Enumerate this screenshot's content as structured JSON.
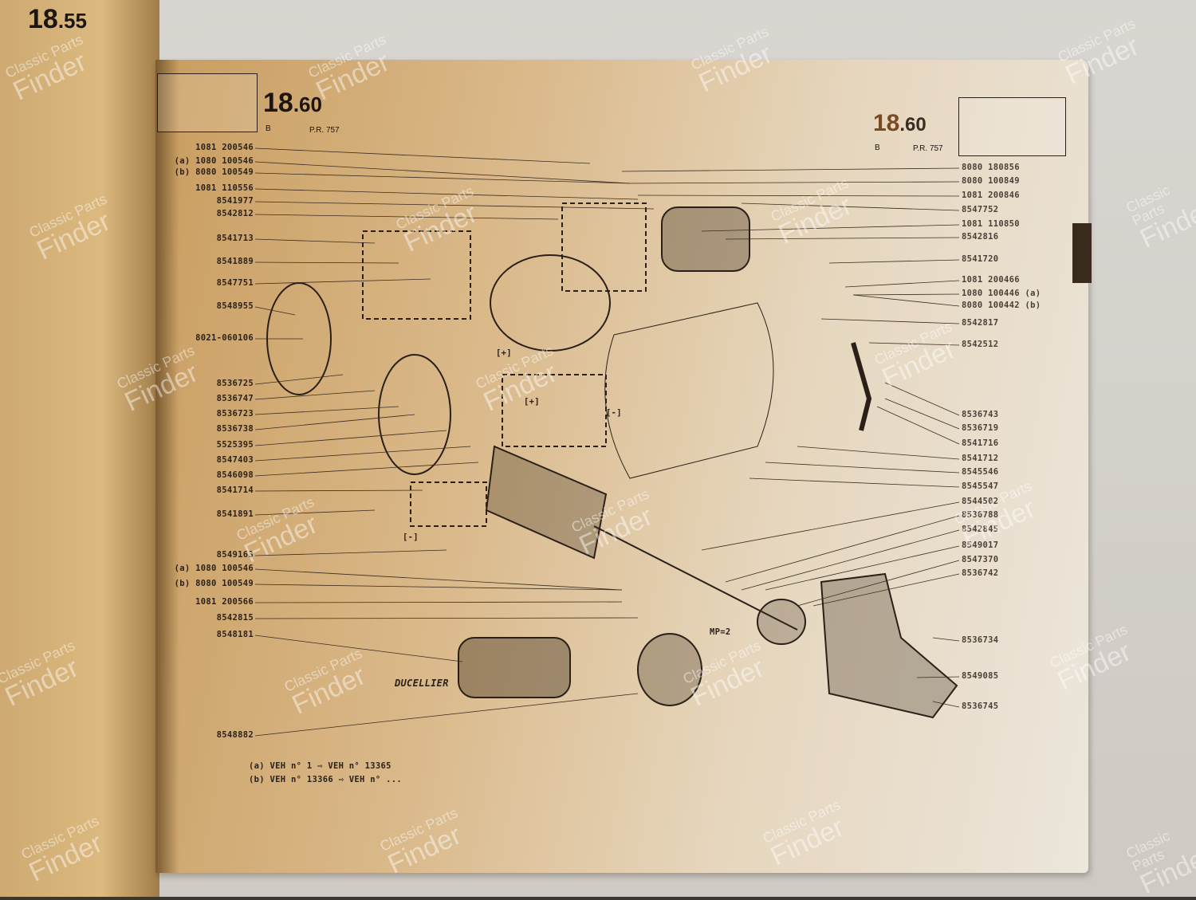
{
  "left_page": {
    "section": "18",
    "subsection": ".55"
  },
  "header_left": {
    "section": "18",
    "subsection": ".60",
    "variant": "B",
    "ref": "P.R. 757"
  },
  "header_right": {
    "section": "18",
    "subsection": ".60",
    "variant": "B",
    "ref": "P.R. 757"
  },
  "brand": "DUCELLIER",
  "markers": {
    "plus": "[+]",
    "minus": "[-]",
    "mp": "MP=2"
  },
  "left_labels": [
    "1081 200546",
    "(a) 1080 100546",
    "(b) 8080 100549",
    "1081 110556",
    "8541977",
    "8542812",
    "8541713",
    "8541889",
    "8547751",
    "8548955",
    "8021-060106",
    "8536725",
    "8536747",
    "8536723",
    "8536738",
    "5525395",
    "8547403",
    "8546098",
    "8541714",
    "8541891",
    "8549163",
    "(a) 1080 100546",
    "(b) 8080 100549",
    "1081 200566",
    "8542815",
    "8548181",
    "8548882"
  ],
  "right_labels": [
    "8080 180856",
    "8080 100849",
    "1081 200846",
    "8547752",
    "1081 110850",
    "8542816",
    "8541720",
    "1081 200466",
    "1080 100446 (a)",
    "8080 100442 (b)",
    "8542817",
    "8542512",
    "8536743",
    "8536719",
    "8541716",
    "8541712",
    "8545546",
    "8545547",
    "8544502",
    "8536788",
    "8542845",
    "8549017",
    "8547370",
    "8536742",
    "8536734",
    "8549085",
    "8536745"
  ],
  "footnotes": [
    "(a) VEH n°        1 ⇨ VEH n° 13365",
    "(b) VEH n° 13366 ⇨ VEH n°      ..."
  ],
  "watermark": {
    "line1": "Classic Parts",
    "line2": "Finder"
  }
}
